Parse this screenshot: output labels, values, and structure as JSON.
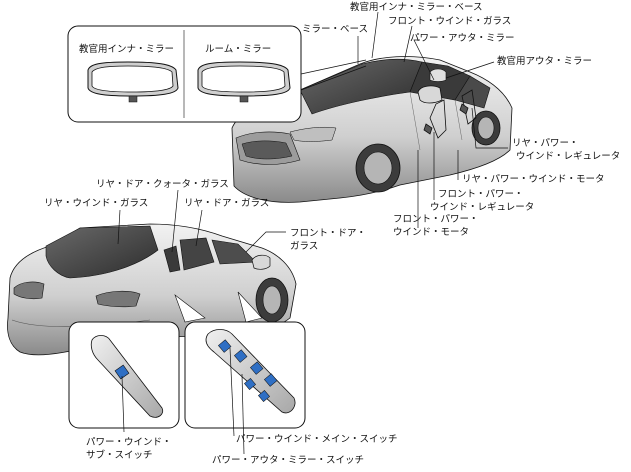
{
  "labels": {
    "mirror_base_cabin": "教官用インナ・ミラー・ベース",
    "mirror_base": "ミラー・ベース",
    "front_windshield": "フロント・ウインド・ガラス",
    "power_outer_mirror": "パワー・アウタ・ミラー",
    "instructor_outer_mirror": "教官用アウタ・ミラー",
    "instructor_inner_mirror": "教官用インナ・ミラー",
    "room_mirror": "ルーム・ミラー",
    "rear_regulator_l1": "リヤ・パワー・",
    "rear_regulator_l2": "ウインド・レギュレータ",
    "rear_motor": "リヤ・パワー・ウインド・モータ",
    "front_regulator_l1": "フロント・パワー・",
    "front_regulator_l2": "ウインド・レギュレータ",
    "front_motor_l1": "フロント・パワー・",
    "front_motor_l2": "ウインド・モータ",
    "rear_quarter_glass": "リヤ・ドア・クォータ・ガラス",
    "rear_window_glass": "リヤ・ウインド・ガラス",
    "rear_door_glass": "リヤ・ドア・ガラス",
    "front_door_glass_l1": "フロント・ドア・",
    "front_door_glass_l2": "ガラス",
    "sub_switch_l1": "パワー・ウインド・",
    "sub_switch_l2": "サブ・スイッチ",
    "main_switch": "パワー・ウインド・メイン・スイッチ",
    "mirror_switch": "パワー・アウタ・ミラー・スイッチ"
  },
  "colors": {
    "outline": "#111111",
    "body_light": "#e6e6e6",
    "body_mid": "#bdbdbd",
    "body_dark": "#7a7a7a",
    "glass": "#4a4a4a",
    "switch_blue": "#2f6fc4"
  }
}
